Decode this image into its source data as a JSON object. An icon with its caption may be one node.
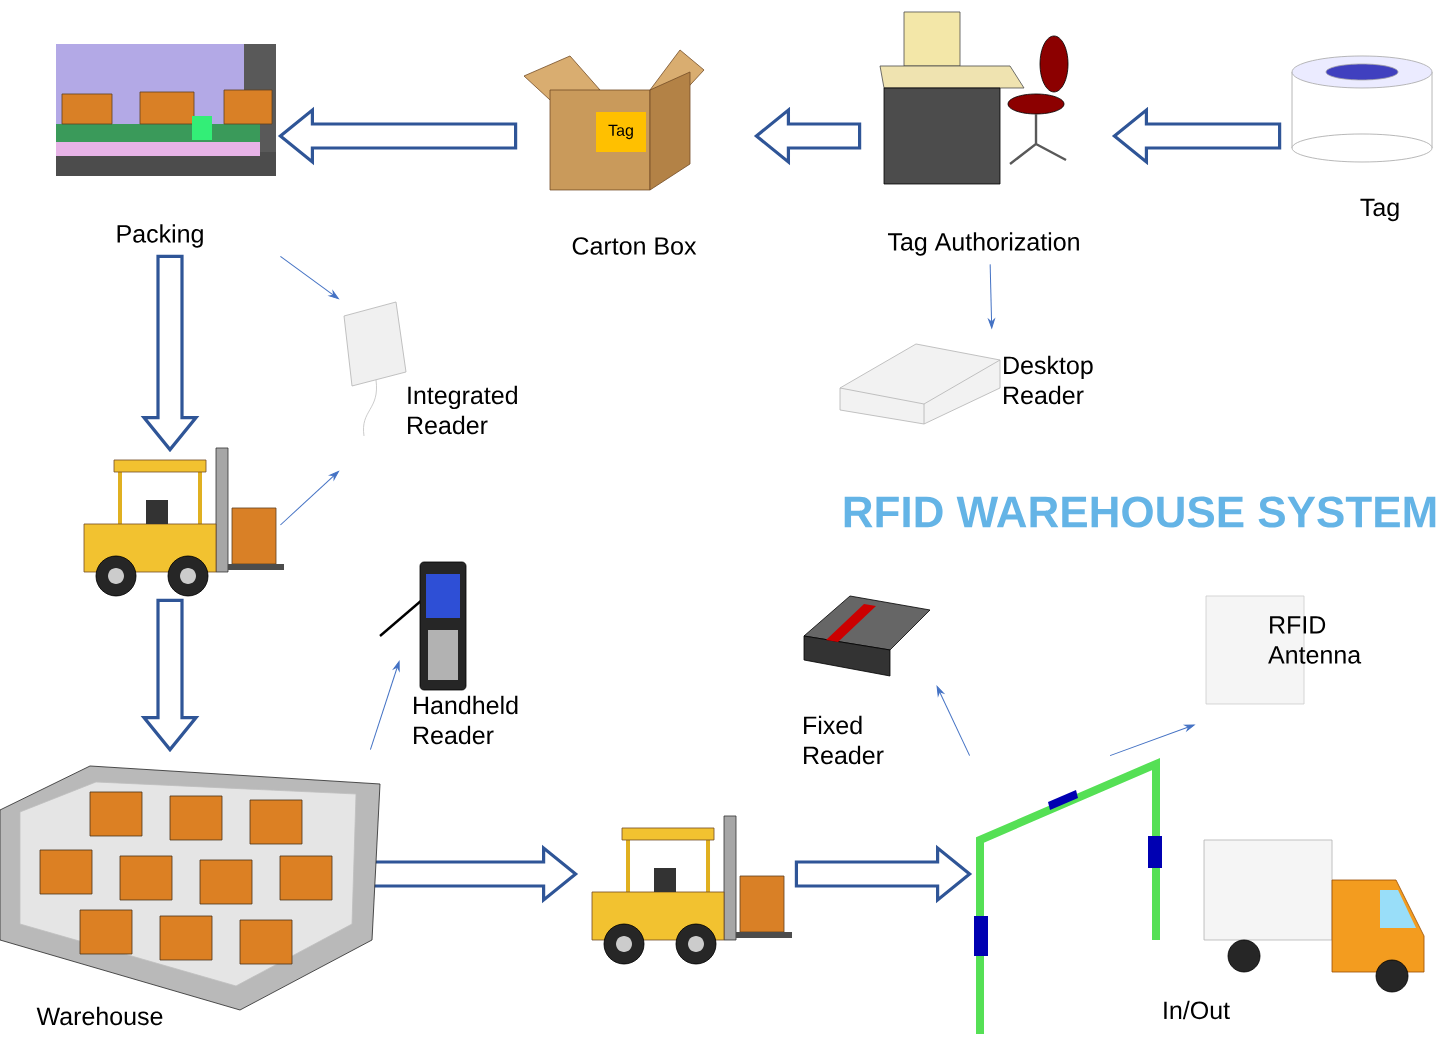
{
  "diagram": {
    "title": "RFID WAREHOUSE SYSTEM",
    "nodes": [
      {
        "text": [
          "Tag"
        ]
      },
      {
        "text": [
          "Tag Authorization"
        ]
      },
      {
        "text": [
          "Carton Box"
        ]
      },
      {
        "text": [
          "Packing"
        ]
      },
      {
        "text": [
          "Integrated Reader"
        ]
      },
      {
        "text": [
          "Desktop Reader"
        ]
      },
      {
        "text": [],
        "shape": "picture"
      },
      {
        "text": [
          "Handheld Reader"
        ]
      },
      {
        "text": [
          "Warehouse"
        ]
      },
      {
        "text": [],
        "shape": "picture"
      },
      {
        "text": [
          "In/Out"
        ]
      },
      {
        "text": [
          "Fixed Reader"
        ]
      },
      {
        "text": [
          "RFID Antenna"
        ]
      }
    ],
    "edges": [
      {
        "from": 0,
        "to": 1,
        "arrow": "to",
        "style": "thick"
      },
      {
        "from": 1,
        "to": 2,
        "arrow": "to",
        "style": "thick"
      },
      {
        "from": 2,
        "to": 3,
        "arrow": "to",
        "style": "thick"
      },
      {
        "from": 3,
        "to": 6,
        "arrow": "to",
        "style": "thick"
      },
      {
        "from": 6,
        "to": 8,
        "arrow": "to",
        "style": "thick"
      },
      {
        "from": 8,
        "to": 9,
        "arrow": "to",
        "style": "thick"
      },
      {
        "from": 9,
        "to": 10,
        "arrow": "to",
        "style": "thick"
      },
      {
        "from": 3,
        "to": 4,
        "arrow": "to"
      },
      {
        "from": 6,
        "to": 4,
        "arrow": "to"
      },
      {
        "from": 1,
        "to": 5,
        "arrow": "to"
      },
      {
        "from": 8,
        "to": 7,
        "arrow": "to"
      },
      {
        "from": 10,
        "to": 11,
        "arrow": "to"
      },
      {
        "from": 10,
        "to": 12,
        "arrow": "to"
      }
    ],
    "labels": [
      "Tag"
    ]
  }
}
